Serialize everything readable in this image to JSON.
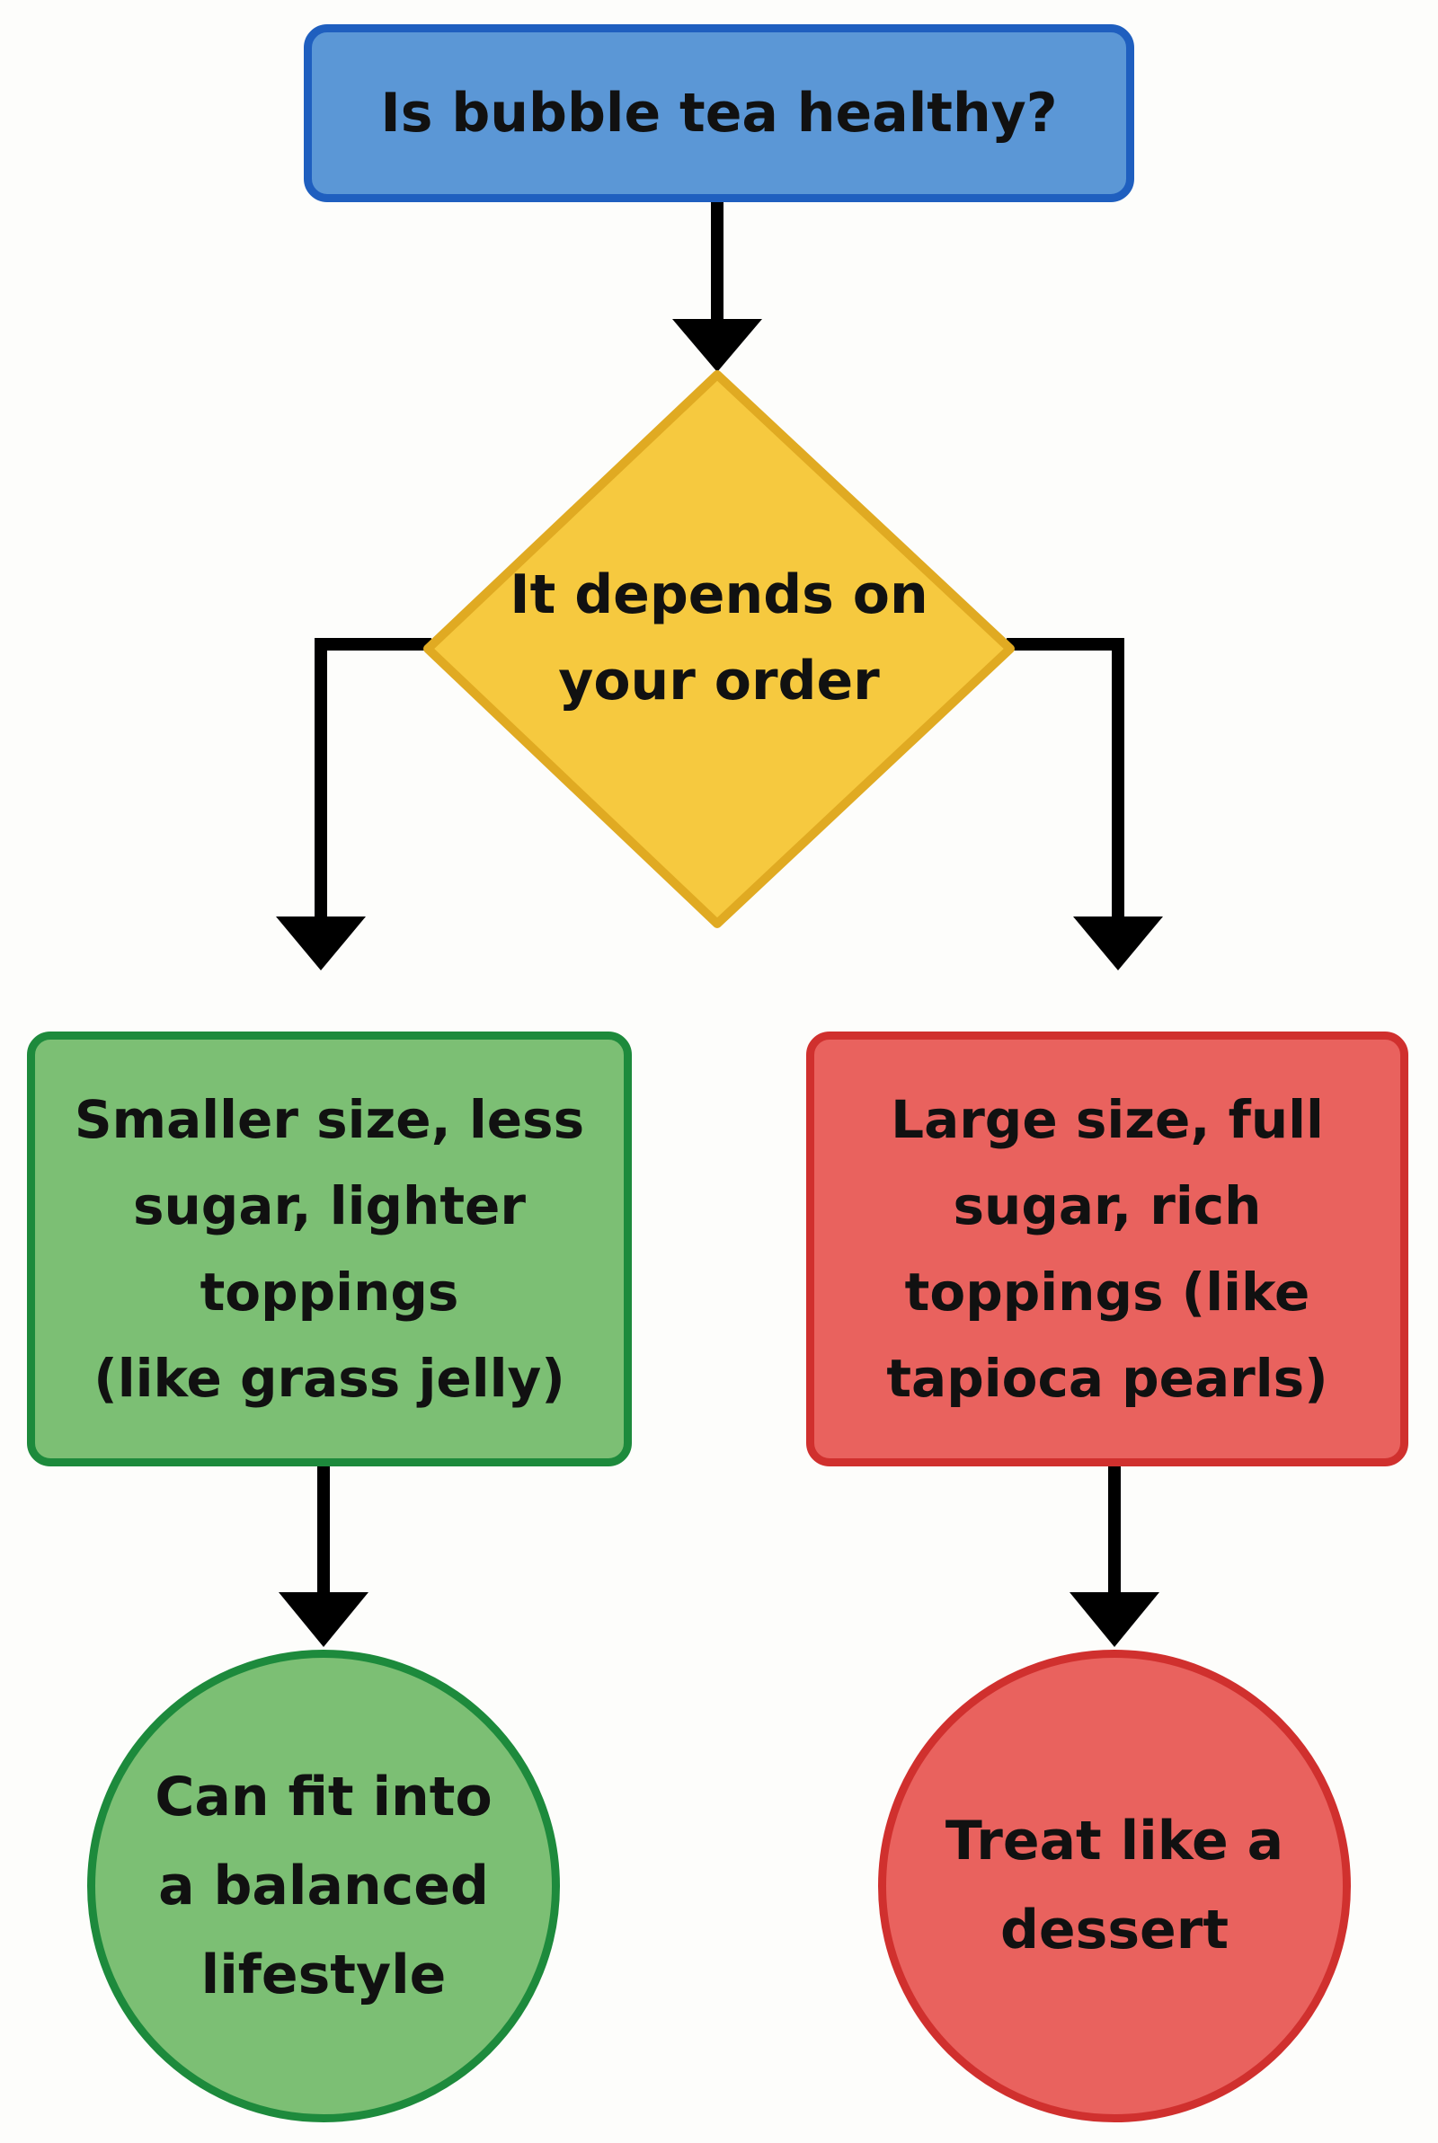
{
  "diagram": {
    "start": {
      "label": "Is bubble tea healthy?",
      "color": "#5b97d6",
      "border": "#1f5fbf"
    },
    "decision": {
      "label": "It depends on\nyour order",
      "color": "#f6c93f",
      "border": "#e0aa22"
    },
    "left_branch": {
      "label": "Smaller size, less\nsugar, lighter\ntoppings\n(like grass jelly)",
      "color": "#7cbf74",
      "border": "#1d8a3c"
    },
    "right_branch": {
      "label": "Large size, full\nsugar, rich\ntoppings (like\ntapioca pearls)",
      "color": "#e9625e",
      "border": "#d0302e"
    },
    "left_outcome": {
      "label": "Can fit into\na balanced\nlifestyle",
      "color": "#7cbf74",
      "border": "#1d8a3c"
    },
    "right_outcome": {
      "label": "Treat like a\ndessert",
      "color": "#e9625e",
      "border": "#d0302e"
    }
  }
}
